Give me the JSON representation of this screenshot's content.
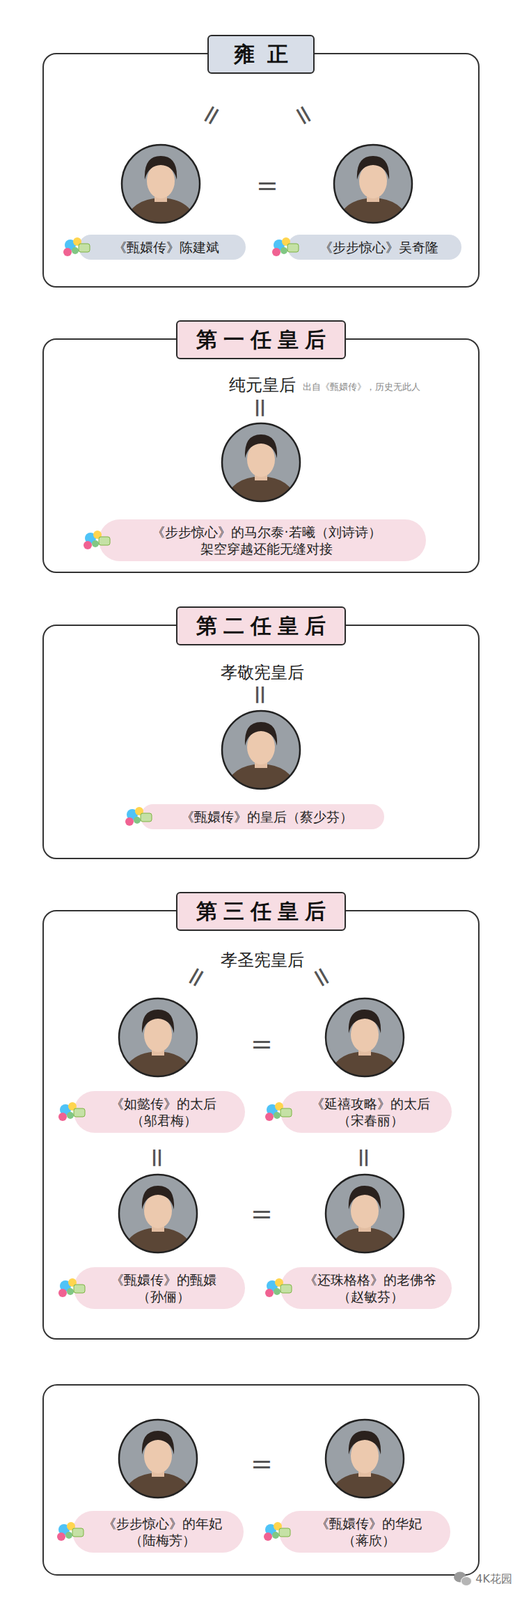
{
  "diagram": {
    "nodes": [
      {
        "text": [
          "雍正"
        ]
      },
      {
        "text": [
          "《甄嬛传》陈建斌"
        ],
        "in": 0
      },
      {
        "text": [
          "《步步惊心》吴奇隆"
        ],
        "in": 0
      },
      {
        "text": [
          "第一任皇后",
          "纯元皇后",
          "出自《甄嬛传》，历史无此人"
        ]
      },
      {
        "text": [
          "《步步惊心》的马尔泰·若曦（刘诗诗） 架空穿越还能无缝对接"
        ],
        "in": 3
      },
      {
        "text": [
          "第二任皇后",
          "孝敬宪皇后"
        ]
      },
      {
        "text": [
          "《甄嬛传》的皇后（蔡少芬）"
        ],
        "in": 5
      },
      {
        "text": [
          "第三任皇后",
          "孝圣宪皇后"
        ]
      },
      {
        "text": [
          "《如懿传》的太后 （邬君梅）"
        ],
        "in": 7
      },
      {
        "text": [
          "《延禧攻略》的太后 （宋春丽）"
        ],
        "in": 7
      },
      {
        "text": [
          "《甄嬛传》的甄嬛 （孙俪）"
        ],
        "in": 7
      },
      {
        "text": [
          "《还珠格格》的老佛爷 （赵敏芬）"
        ],
        "in": 7
      },
      {
        "text": [
          "《步步惊心》的年妃 （陆梅芳）"
        ]
      },
      {
        "text": [
          "《甄嬛传》的华妃 （蒋欣）"
        ]
      }
    ],
    "labels": [
      "=",
      "=",
      "=",
      "=",
      "=",
      "=",
      "=",
      "=",
      "=",
      "=",
      "=",
      "=",
      "4K花园"
    ]
  }
}
